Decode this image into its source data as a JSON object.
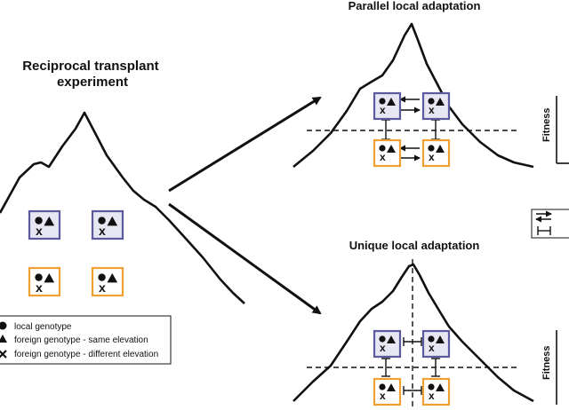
{
  "titles": {
    "left": "Reciprocal transplant\nexperiment",
    "parallel": "Parallel local adaptation",
    "unique": "Unique local adaptation"
  },
  "legend": [
    {
      "symbol": "circle",
      "label": "local genotype"
    },
    {
      "symbol": "triangle",
      "label": "foreign genotype - same elevation"
    },
    {
      "symbol": "cross",
      "label": "foreign genotype - different elevation"
    }
  ],
  "fitness_label": "Fitness",
  "box_colors": {
    "high": "#5b5a9e",
    "high_fill": "#e7e6f3",
    "low": "#f0a030",
    "low_fill": "#ffffff"
  },
  "cross_glyph": "x"
}
